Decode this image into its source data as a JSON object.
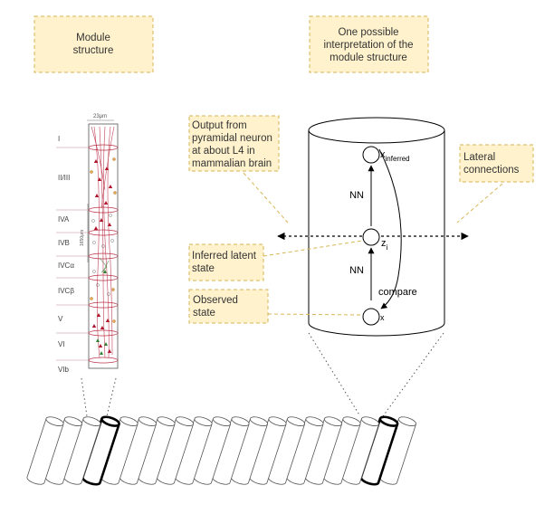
{
  "boxes": {
    "module_structure": [
      "Module",
      "structure"
    ],
    "interpretation": [
      "One possible",
      "interpretation of the",
      "module structure"
    ],
    "output": [
      "Output from",
      "pyramidal neuron",
      "at about L4 in",
      "mammalian brain"
    ],
    "lateral": [
      "Lateral",
      "connections"
    ],
    "inferred_latent": [
      "Inferred latent",
      "state"
    ],
    "observed": [
      "Observed",
      "state"
    ]
  },
  "nodes": {
    "x_inferred_base": "x",
    "x_inferred_sub": "inferred",
    "z_base": "z",
    "z_sub": "i",
    "x_obs": "x"
  },
  "edges": {
    "nn_upper": "NN",
    "nn_lower": "NN",
    "compare": "compare"
  },
  "layers": {
    "scale_top": "23μm",
    "scale_side": "1650μm",
    "labels": [
      "I",
      "II/III",
      "IVA",
      "IVB",
      "IVCα",
      "IVCβ",
      "V",
      "VI",
      "VIb"
    ]
  },
  "colors": {
    "note_fill": "#fff2cc",
    "note_border": "#d6b656",
    "neuron_red": "#b0122b",
    "neuron_green": "#2e7d32"
  }
}
